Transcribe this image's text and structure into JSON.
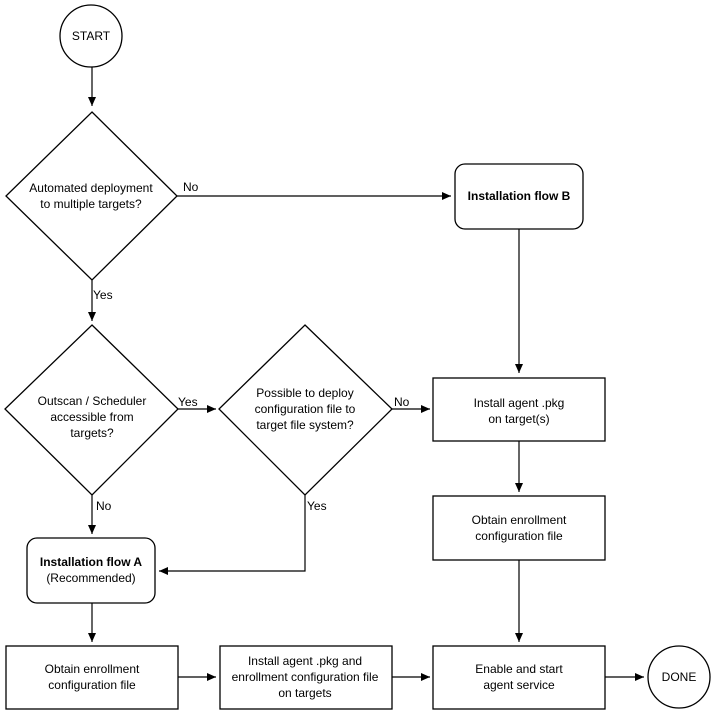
{
  "nodes": {
    "start": {
      "label": "START"
    },
    "automated": {
      "line1": "Automated deployment",
      "line2": "to multiple targets?"
    },
    "flow_b": {
      "label": "Installation flow B"
    },
    "outscan": {
      "line1": "Outscan / Scheduler",
      "line2": "accessible from",
      "line3": "targets?"
    },
    "possible": {
      "line1": "Possible to deploy",
      "line2": "configuration file to",
      "line3": "target file system?"
    },
    "install_pkg": {
      "line1": "Install agent .pkg",
      "line2": "on target(s)"
    },
    "obtain_right": {
      "line1": "Obtain enrollment",
      "line2": "configuration file"
    },
    "flow_a": {
      "line1": "Installation flow A",
      "line2": "(Recommended)"
    },
    "obtain_left": {
      "line1": "Obtain enrollment",
      "line2": "configuration file"
    },
    "install_both": {
      "line1": "Install agent .pkg and",
      "line2": "enrollment configuration file",
      "line3": "on targets"
    },
    "enable": {
      "line1": "Enable and start",
      "line2": "agent service"
    },
    "done": {
      "label": "DONE"
    }
  },
  "edges": {
    "automated_no": "No",
    "automated_yes": "Yes",
    "outscan_yes": "Yes",
    "outscan_no": "No",
    "possible_no": "No",
    "possible_yes": "Yes"
  },
  "colors": {
    "stroke": "#000000",
    "fill": "#ffffff"
  }
}
